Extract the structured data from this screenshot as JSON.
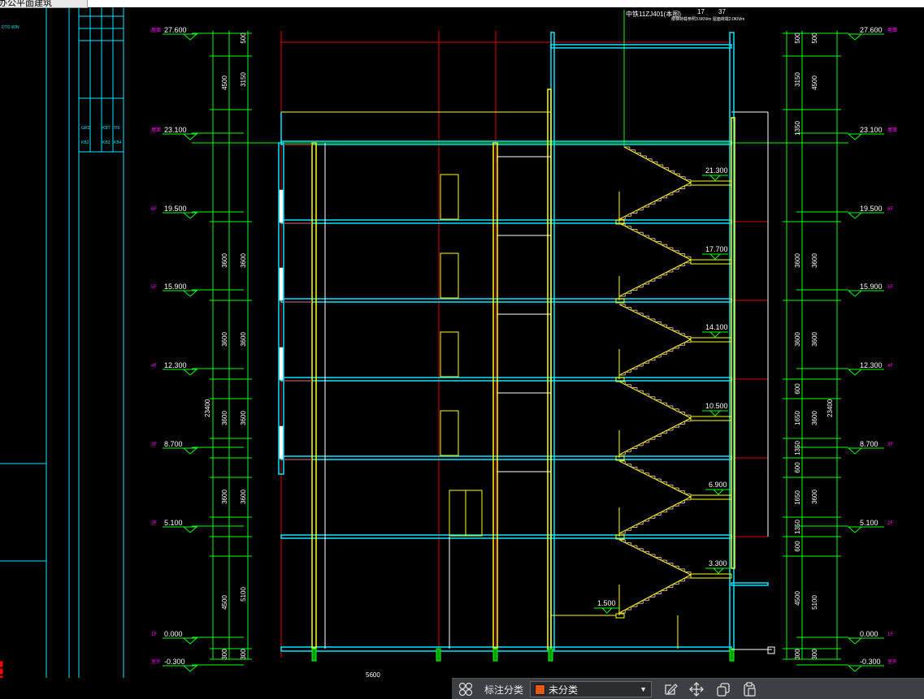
{
  "window": {
    "tab_title": "办公平面建筑"
  },
  "dimensions": {
    "left_outer_total": "23400",
    "right_outer_total": "23400",
    "left_outer": [
      "300",
      "4500",
      "3600",
      "3600",
      "3600",
      "3600",
      "4500"
    ],
    "left_inner": [
      "300",
      "5100",
      "3600",
      "3600",
      "3600",
      "3600",
      "3150",
      "500"
    ],
    "right_inner": [
      "300",
      "4500",
      "600",
      "1350",
      "1650",
      "600",
      "1350",
      "1650",
      "600",
      "3600",
      "3600",
      "1350",
      "3150",
      "500"
    ],
    "right_outer": [
      "300",
      "5100",
      "3600",
      "3600",
      "3600",
      "3600",
      "4500",
      "500"
    ],
    "bottom": "5600"
  },
  "levels": [
    {
      "value": "27.600",
      "left_tag": "屋面",
      "right_tag": "屋面"
    },
    {
      "value": "23.100",
      "left_tag": "屋面",
      "right_tag": "屋面"
    },
    {
      "value": "19.500",
      "left_tag": "6F",
      "right_tag": "6F"
    },
    {
      "value": "15.900",
      "left_tag": "5F",
      "right_tag": "5F"
    },
    {
      "value": "12.300",
      "left_tag": "4F",
      "right_tag": "4F"
    },
    {
      "value": "8.700",
      "left_tag": "3F",
      "right_tag": "3F"
    },
    {
      "value": "5.100",
      "left_tag": "2F",
      "right_tag": "2F"
    },
    {
      "value": "0.000",
      "left_tag": "1F",
      "right_tag": "1F"
    },
    {
      "value": "-0.300",
      "left_tag": "室外",
      "right_tag": "室外"
    }
  ],
  "stair_levels": [
    "21.300",
    "17.700",
    "14.100",
    "10.500",
    "6.900",
    "3.300",
    "1.500"
  ],
  "annotation": {
    "line1": "中铁11ZJ401(本图)",
    "n1": "17",
    "n2": "37",
    "line2": "楼梯荷载参照3.5KN/m 屋面荷载2.0KN/m"
  },
  "left_panel": {
    "label": "DTO WIN",
    "table_cells": [
      "GRD",
      "KBT",
      "TIE",
      "KB2",
      "KB3",
      "KB4"
    ]
  },
  "toolbar": {
    "category_label": "标注分类",
    "category_value": "未分类",
    "swatch_color": "#e05a12",
    "icons": [
      "grid-icon",
      "edit-icon",
      "move-icon",
      "copy-icon",
      "paste-icon"
    ]
  },
  "colors": {
    "cyan": "#00e5ff",
    "yellow": "#ffff00",
    "red": "#e00000",
    "green": "#00ff00",
    "magenta": "#ff00ff",
    "white": "#ffffff",
    "stair": "#d9b08a"
  }
}
